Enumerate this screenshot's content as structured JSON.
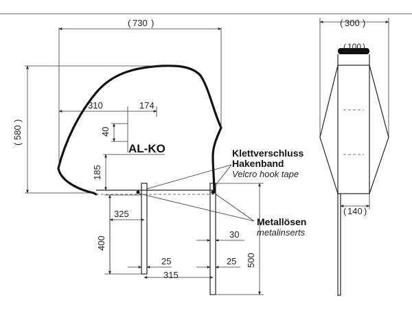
{
  "dimensions": {
    "overall_width": "730",
    "overall_height": "580",
    "offset_left": "310",
    "logo_width": "174",
    "logo_height": "40",
    "logo_base": "185",
    "leg_offset": "325",
    "leg_length": "400",
    "leg_width_left": "25",
    "leg_width_right": "25",
    "leg_spacing": "315",
    "right_leg_depth": "30",
    "right_leg_length": "500",
    "side_width": "300",
    "side_top": "100",
    "side_bottom": "140"
  },
  "callouts": {
    "velcro_de_line1": "Klettverschluss",
    "velcro_de_line2": "Hakenband",
    "velcro_en": "Velcro hook tape",
    "metal_de": "Metallösen",
    "metal_en": "metalinserts"
  },
  "logo_text": "AL-KO"
}
